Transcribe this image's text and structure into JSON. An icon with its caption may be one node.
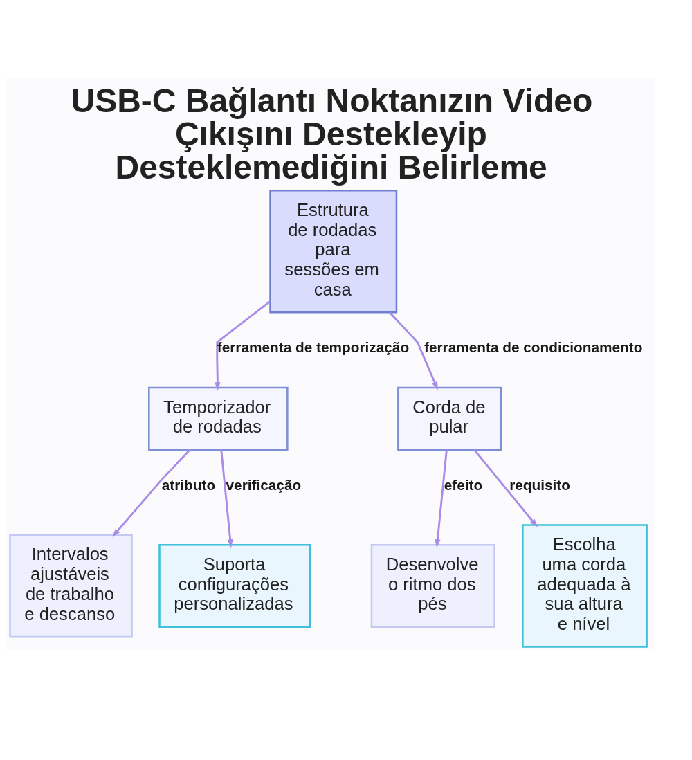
{
  "diagram": {
    "title": "USB-C Bağlantı Noktanızın Video Çıkışını Destekleyip Desteklemediğini Belirleme",
    "nodes": [
      {
        "text": [
          "Estrutura de rodadas para sessões em casa"
        ]
      },
      {
        "text": [
          "Temporizador de rodadas"
        ]
      },
      {
        "text": [
          "Corda de pular"
        ]
      },
      {
        "text": [
          "Intervalos ajustáveis de trabalho e descanso"
        ]
      },
      {
        "text": [
          "Suporta configurações personalizadas"
        ]
      },
      {
        "text": [
          "Desenvolve o ritmo dos pés"
        ]
      },
      {
        "text": [
          "Escolha uma corda adequada à sua altura e nível"
        ]
      }
    ],
    "edges": [
      {
        "from": 0,
        "to": 1,
        "arrow": "to",
        "label": "ferramenta de temporização"
      },
      {
        "from": 0,
        "to": 2,
        "arrow": "to",
        "label": "ferramenta de condicionamento"
      },
      {
        "from": 1,
        "to": 3,
        "arrow": "to",
        "label": "atributo"
      },
      {
        "from": 1,
        "to": 4,
        "arrow": "to",
        "label": "verificação"
      },
      {
        "from": 2,
        "to": 5,
        "arrow": "to",
        "label": "efeito"
      },
      {
        "from": 2,
        "to": 6,
        "arrow": "to",
        "label": "requisito"
      }
    ]
  }
}
